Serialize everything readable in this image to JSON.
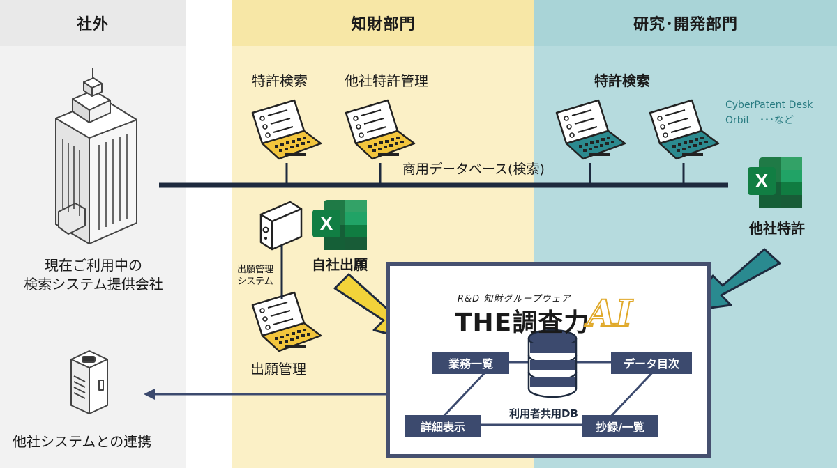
{
  "columns": {
    "outside": "社外",
    "ip_dept": "知財部門",
    "rd_dept": "研究･開発部門"
  },
  "labels": {
    "patent_search_ip": "特許検索",
    "competitor_patent_mgmt": "他社特許管理",
    "commercial_db": "商用データベース(検索)",
    "patent_search_rd": "特許検索",
    "cyberpatent_line1": "CyberPatent Desk",
    "cyberpatent_line2": "Orbit　･･･など",
    "search_company": "現在ご利用中の\n検索システム提供会社",
    "other_system_link": "他社システムとの連携",
    "filing_mgmt_system": "出願管理\nシステム",
    "own_filings": "自社出願",
    "filing_mgmt": "出願管理",
    "competitor_patents": "他社特許"
  },
  "product": {
    "subtitle": "R&D 知財グループウェア",
    "name": "THE調査力",
    "ai": "AI",
    "db_label": "利用者共用DB",
    "features": {
      "business_list": "業務一覧",
      "data_index": "データ目次",
      "detail_view": "詳細表示",
      "abstract_list": "抄録/一覧"
    }
  },
  "icons": {
    "excel": "X",
    "laptop_yellow_color": "#f2c53d",
    "laptop_teal_color": "#2c8a8f",
    "arrow_yellow": "#f2d33a",
    "arrow_teal": "#2a8a90",
    "navy": "#3c4a6e"
  }
}
